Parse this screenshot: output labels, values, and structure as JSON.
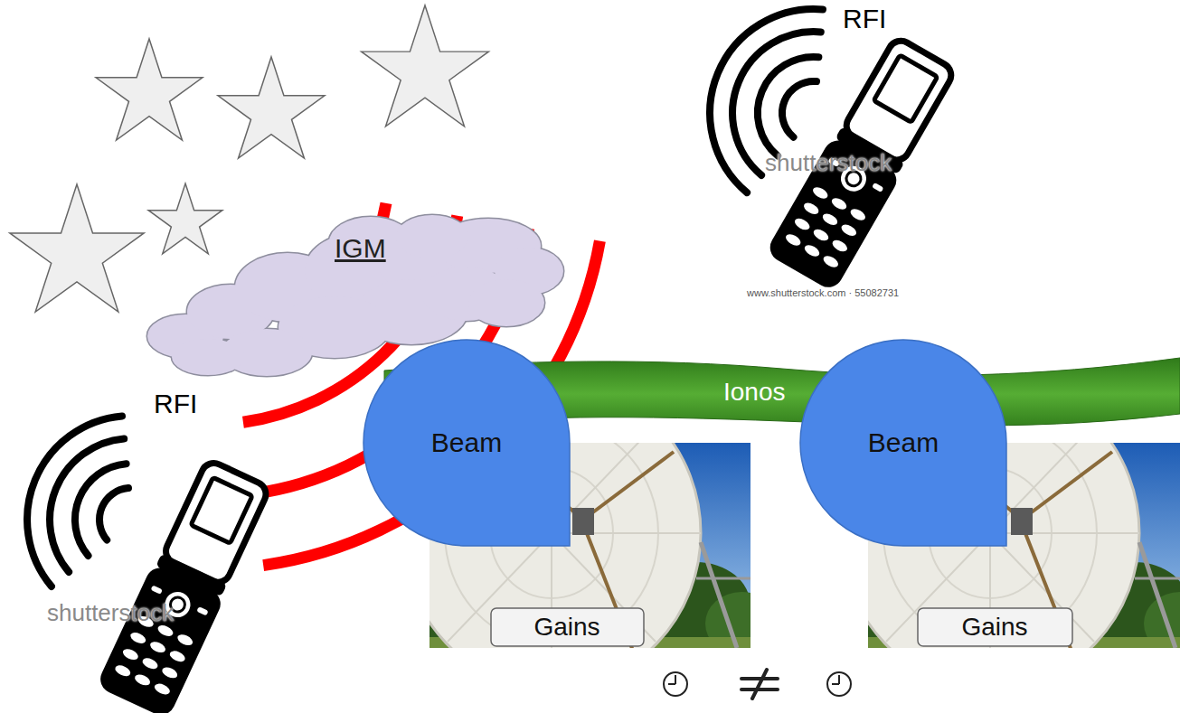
{
  "diagram": {
    "nodes": [
      {
        "text": [
          "IGM"
        ]
      },
      {
        "text": [
          "Ionos"
        ]
      },
      {
        "text": [
          "Beam"
        ]
      },
      {
        "text": [
          "Beam"
        ]
      },
      {
        "text": [
          "Gains"
        ]
      },
      {
        "text": [
          "Gains"
        ]
      }
    ],
    "labels": [
      "RFI",
      "shutterstock",
      "www.shutterstock.com · 55082731",
      "RFI",
      "shutterstock"
    ]
  }
}
